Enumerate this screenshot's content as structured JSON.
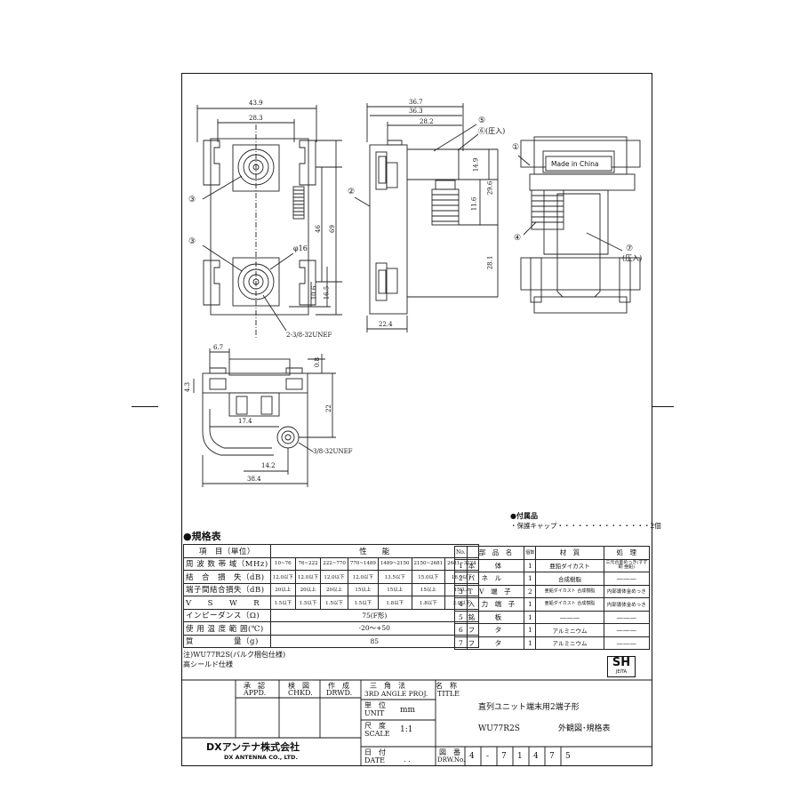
{
  "drawing": {
    "top_view_dims": [
      "43.9",
      "28.3",
      "46",
      "69",
      "φ16",
      "10.6",
      "16.5"
    ],
    "side_view_dims": [
      "36.7",
      "36.3",
      "28.2",
      "14.9",
      "29.6",
      "11.6",
      "28.1",
      "22.4"
    ],
    "bottom_view_dims": [
      "6.7",
      "4.3",
      "0.8",
      "22",
      "17.4",
      "14.2",
      "38.4"
    ],
    "thread_label_1": "2-3/8-32UNEF",
    "thread_label_2": "3/8-32UNEF",
    "callouts": [
      "①",
      "②",
      "③",
      "③",
      "④",
      "⑤",
      "⑥(圧入)",
      "⑦",
      "(圧入)"
    ],
    "made_in": "Made in China"
  },
  "accessories": {
    "title": "●付属品",
    "item": "・保護キャップ・・・・・・・・・・・・・・2個"
  },
  "spec": {
    "title": "●規格表",
    "header": [
      "項　目（単位）",
      "性　　能"
    ],
    "rows": [
      {
        "label": "周 波 数 帯 域（MHz)",
        "cells": [
          "10~76",
          "76~222",
          "222~770",
          "770~1489",
          "1489~2150",
          "2150~2681",
          "2681~3224"
        ]
      },
      {
        "label": "結　合　損　失（dB)",
        "cells": [
          "12.0以下",
          "12.0以下",
          "12.0以下",
          "12.0以下",
          "13.5以下",
          "15.0以下",
          "16.0以下"
        ]
      },
      {
        "label": "端子間結合損失（dB)",
        "cells": [
          "20以上",
          "20以上",
          "20以上",
          "15以上",
          "15以上",
          "15以上",
          "15以上"
        ]
      },
      {
        "label": "V　　S　　W　　R",
        "cells": [
          "1.5以下",
          "1.5以下",
          "1.5以下",
          "1.5以下",
          "1.8以下",
          "1.8以下",
          "2.0以下"
        ]
      }
    ],
    "impedance": {
      "label": "インピーダンス（Ω)",
      "value": "75(F形)"
    },
    "temp": {
      "label": "使 用 温 度 範 囲(℃)",
      "value": "-20～+50"
    },
    "mass": {
      "label": "質　　　　　量（g)",
      "value": "85"
    },
    "notes": [
      "注)WU77R2S(バルク梱包仕様)",
      "高シールド仕様"
    ]
  },
  "parts": {
    "header": [
      "No.",
      "部　品　名",
      "個数",
      "材　質",
      "処　理"
    ],
    "rows": [
      {
        "no": "1",
        "name": "本　　　体",
        "qty": "1",
        "mat": "亜鉛ダイカスト",
        "proc": "三元合金めっき(すず 銅 亜鉛)"
      },
      {
        "no": "2",
        "name": "パ　ネ　ル",
        "qty": "1",
        "mat": "合成樹脂",
        "proc": "———"
      },
      {
        "no": "3",
        "name": "T　V　端　子",
        "qty": "2",
        "mat": "亜鉛ダイカスト 合成樹脂",
        "proc": "内部導体金めっき"
      },
      {
        "no": "4",
        "name": "入　力　端　子",
        "qty": "1",
        "mat": "亜鉛ダイカスト 合成樹脂",
        "proc": "内部導体金めっき"
      },
      {
        "no": "5",
        "name": "銘　　　板",
        "qty": "1",
        "mat": "———",
        "proc": "———"
      },
      {
        "no": "6",
        "name": "フ　　　タ",
        "qty": "1",
        "mat": "アルミニウム",
        "proc": "———"
      },
      {
        "no": "7",
        "name": "フ　　　タ",
        "qty": "1",
        "mat": "アルミニウム",
        "proc": "———"
      }
    ]
  },
  "logo_sh": {
    "big": "SH",
    "small": "JEITA"
  },
  "title_block": {
    "approved": "承　認",
    "approved_en": "APPD.",
    "checked": "検　図",
    "checked_en": "CHKD.",
    "drawn": "作　成",
    "drawn_en": "DRWD.",
    "projection": "三　角　法",
    "projection_en": "3RD ANGLE PROJ.",
    "name_jp": "名　称",
    "name_en": "TITLE",
    "unit_jp": "単　位",
    "unit_en": "UNIT",
    "unit_val": "mm",
    "scale_jp": "尺　度",
    "scale_en": "SCALE",
    "scale_val": "1:1",
    "date_jp": "日　付",
    "date_en": "DATE",
    "date_val": ". .",
    "title_line1": "直列ユニット端末用2端子形",
    "model": "WU77R2S",
    "sheet_type": "外観図･規格表",
    "dwg_jp": "図　番",
    "dwg_en": "DRW.No.",
    "dwg_no": [
      "4",
      "-",
      "7",
      "1",
      "4",
      "7",
      "5"
    ],
    "company_jp": "DXアンテナ株式会社",
    "company_en": "DX ANTENNA CO., LTD."
  }
}
